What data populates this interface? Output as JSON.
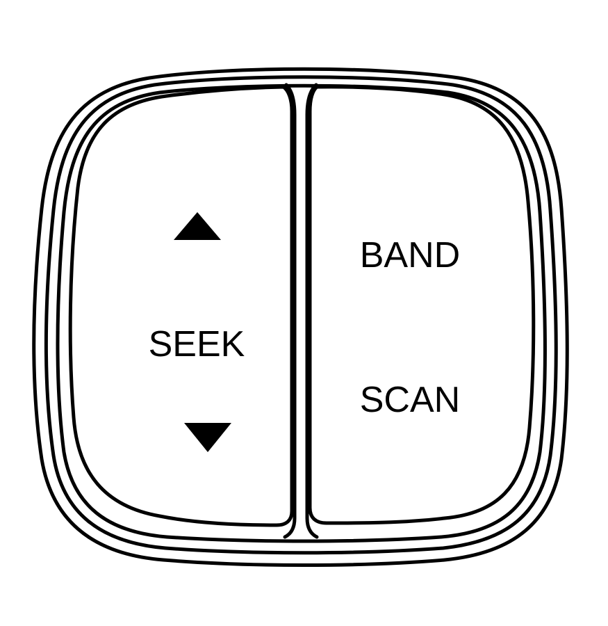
{
  "controls": {
    "seek": {
      "label": "SEEK",
      "up_icon": "triangle-up",
      "down_icon": "triangle-down"
    },
    "band": {
      "label": "BAND"
    },
    "scan": {
      "label": "SCAN"
    }
  },
  "colors": {
    "line": "#000000",
    "background": "#ffffff"
  }
}
